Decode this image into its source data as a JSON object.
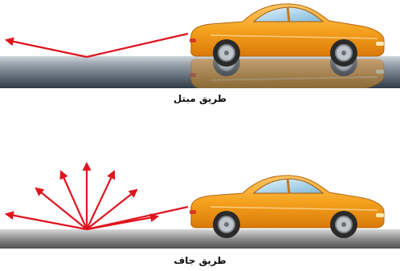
{
  "panels": [
    {
      "caption": "طريق مبتل",
      "road": "wet",
      "reflection": "specular",
      "colors": {
        "arrow": "#e0141e",
        "car_body": "#f5a21e",
        "road_top": "#b9c0c7",
        "road_bottom": "#3f4a57"
      }
    },
    {
      "caption": "طريق جاف",
      "road": "dry",
      "reflection": "diffuse",
      "colors": {
        "arrow": "#e0141e",
        "car_body": "#f5a21e",
        "road_top": "#cfcfcf",
        "road_bottom": "#5b5b5b"
      }
    }
  ]
}
